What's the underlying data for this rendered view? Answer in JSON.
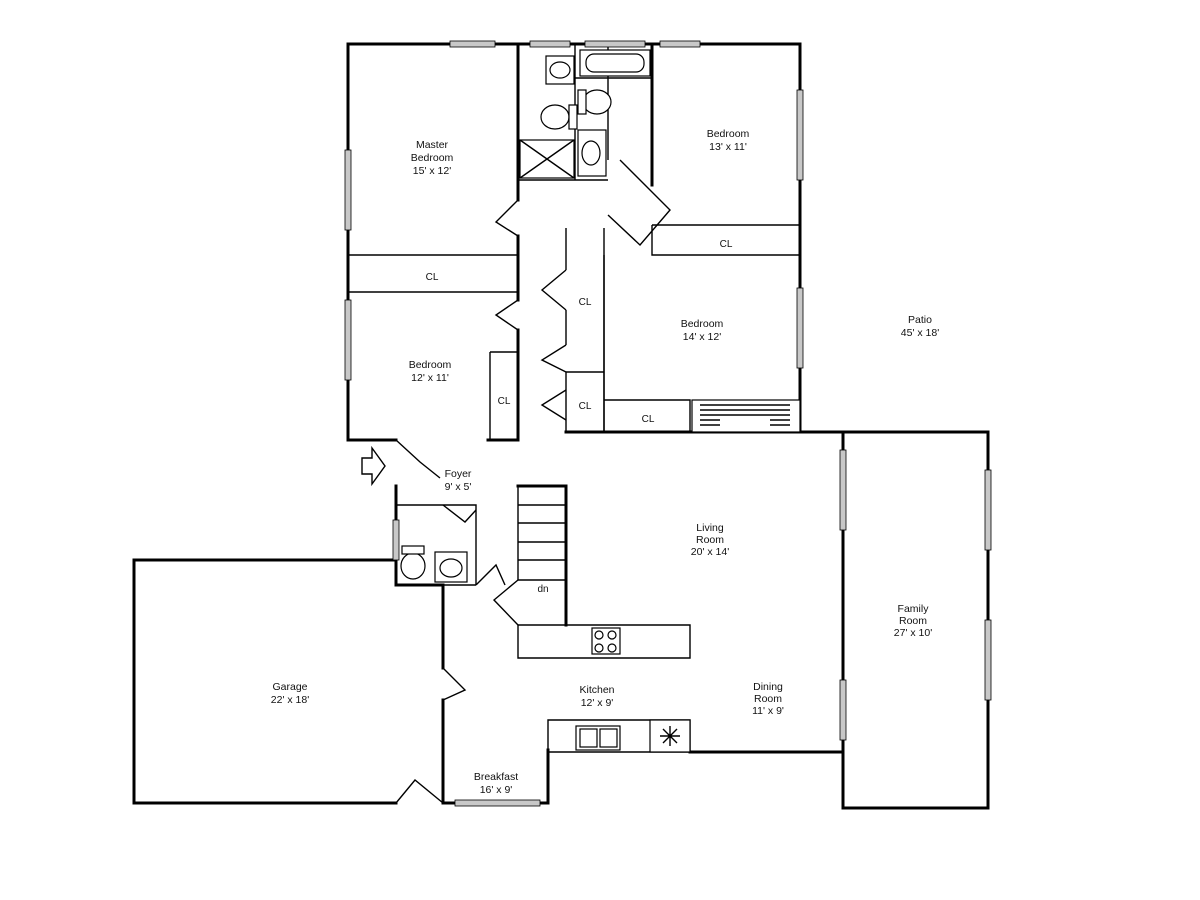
{
  "rooms": {
    "master_bedroom": {
      "name_line1": "Master",
      "name_line2": "Bedroom",
      "size": "15' x 12'"
    },
    "bedroom_ne": {
      "name": "Bedroom",
      "size": "13' x 11'"
    },
    "bedroom_e": {
      "name": "Bedroom",
      "size": "14' x 12'"
    },
    "bedroom_w": {
      "name": "Bedroom",
      "size": "12' x 11'"
    },
    "patio": {
      "name": "Patio",
      "size": "45' x 18'"
    },
    "foyer": {
      "name": "Foyer",
      "size": "9' x 5'"
    },
    "living_room": {
      "name_line1": "Living",
      "name_line2": "Room",
      "size": "20' x 14'"
    },
    "family_room": {
      "name_line1": "Family",
      "name_line2": "Room",
      "size": "27' x 10'"
    },
    "garage": {
      "name": "Garage",
      "size": "22' x 18'"
    },
    "kitchen": {
      "name": "Kitchen",
      "size": "12' x 9'"
    },
    "dining_room": {
      "name_line1": "Dining",
      "name_line2": "Room",
      "size": "11' x 9'"
    },
    "breakfast": {
      "name": "Breakfast",
      "size": "16' x 9'"
    }
  },
  "closets": {
    "cl_master": "CL",
    "cl_ne": "CL",
    "cl_hall_upper": "CL",
    "cl_hall_lower": "CL",
    "cl_e": "CL",
    "cl_w": "CL"
  },
  "stairs": {
    "label": "dn"
  }
}
